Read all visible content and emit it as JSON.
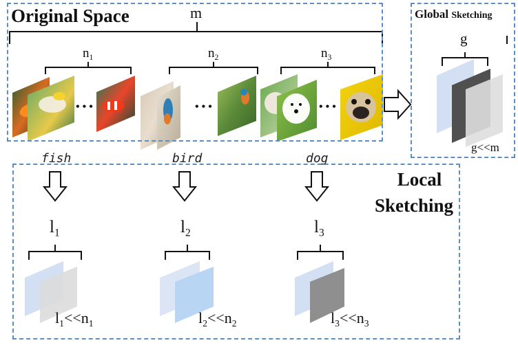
{
  "original_space": {
    "title": "Original Space",
    "m_label": "m",
    "groups": [
      {
        "n": "n",
        "n_sub": "1",
        "category": "fish"
      },
      {
        "n": "n",
        "n_sub": "2",
        "category": "bird"
      },
      {
        "n": "n",
        "n_sub": "3",
        "category": "dog"
      }
    ],
    "ellipsis": "• • •"
  },
  "global_sketching": {
    "title_a": "Global",
    "title_b": "Sketching",
    "g_label": "g",
    "relation": "g<<m"
  },
  "local_sketching": {
    "title_line1": "Local",
    "title_line2": "Sketching",
    "items": [
      {
        "l": "l",
        "l_sub": "1",
        "rel_l": "l",
        "rel_l_sub": "1",
        "rel_op": "<<n",
        "rel_n_sub": "1"
      },
      {
        "l": "l",
        "l_sub": "2",
        "rel_l": "l",
        "rel_l_sub": "2",
        "rel_op": "<<n",
        "rel_n_sub": "2"
      },
      {
        "l": "l",
        "l_sub": "3",
        "rel_l": "l",
        "rel_l_sub": "3",
        "rel_op": "<<n",
        "rel_n_sub": "3"
      }
    ]
  },
  "colors": {
    "dashed_border": "#5b8ec2",
    "sketch_light_blue": "#c9d8f0",
    "sketch_gray": "#d5d5d5",
    "sketch_dark": "#505050",
    "sketch_mid_gray": "#8f8f8f",
    "sketch_blue": "#b8d4f2"
  }
}
